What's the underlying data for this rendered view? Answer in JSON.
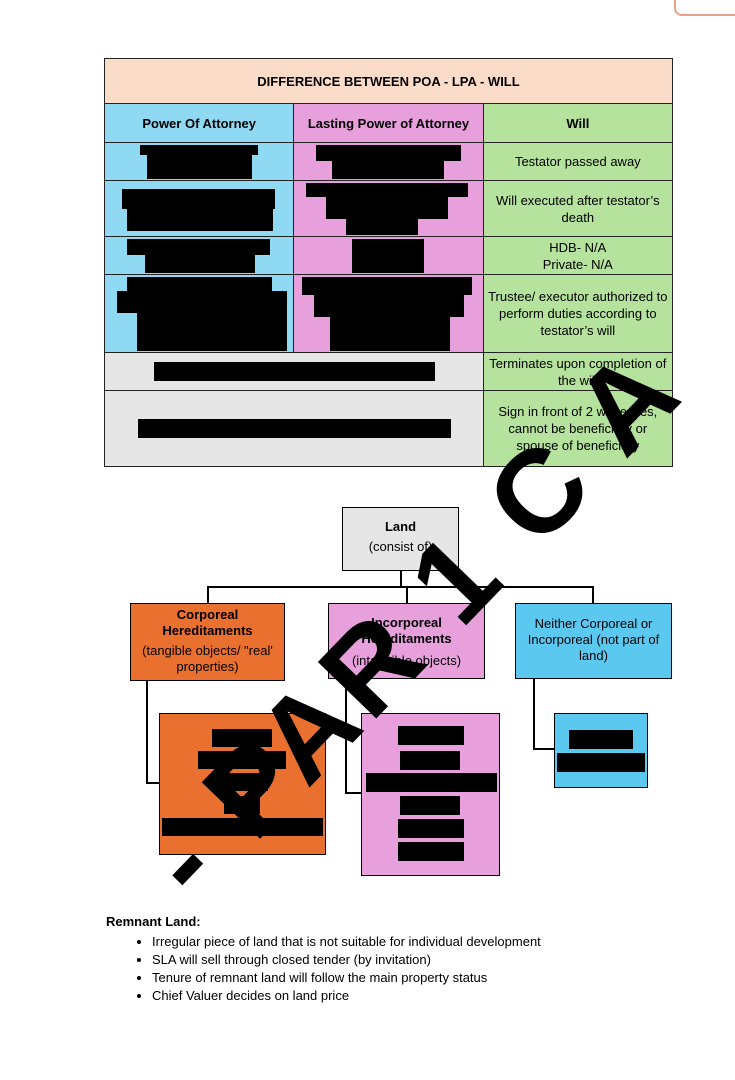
{
  "table": {
    "title": "DIFFERENCE BETWEEN POA - LPA - WILL",
    "headers": [
      "Power Of Attorney",
      "Lasting Power of Attorney",
      "Will"
    ],
    "will_cells": [
      "Testator passed away",
      "Will executed after testator’s death",
      "HDB- N/A\nPrivate- N/A",
      "Trustee/ executor authorized to perform duties according to testator’s will",
      "Terminates upon completion of the will",
      "Sign in front of 2 witnesses, cannot be beneficiary or spouse of beneficiary"
    ]
  },
  "land": {
    "root_title": "Land",
    "root_sub": "(consist of)",
    "corporeal_title": "Corporeal Hereditaments",
    "corporeal_sub": "(tangible objects/ \"real' properties)",
    "incorporeal_title": "Incorporeal Hereditaments",
    "incorporeal_sub": "(intangible objects)",
    "neither_text": "Neither Corporeal or Incorporeal (not part of land)"
  },
  "watermark": "- PAR  1 C A",
  "remnant": {
    "heading": "Remnant Land:",
    "items": [
      "Irregular piece of land that is not suitable for individual development",
      "SLA will sell through closed tender (by invitation)",
      "Tenure of remnant land will follow the main property status",
      "Chief Valuer decides on land price"
    ]
  },
  "colors": {
    "title_bg": "#fbdcc9",
    "poa": "#8fd9f2",
    "lpa": "#e7a0dc",
    "will": "#b5e29d",
    "shared": "#e6e6e6",
    "corporeal": "#ea7030",
    "incorporeal": "#e7a0dc",
    "neither": "#5bc8f0",
    "land": "#e6e6e6"
  }
}
